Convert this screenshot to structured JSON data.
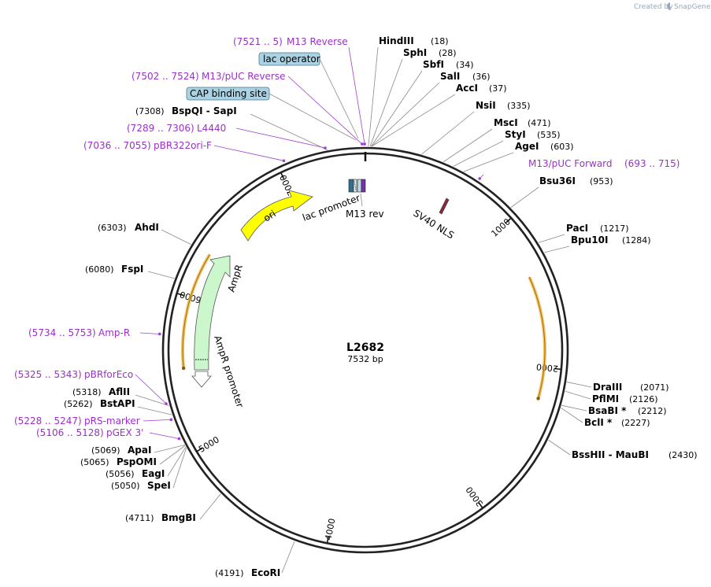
{
  "brand": {
    "prefix": "Created by",
    "name": "SnapGene"
  },
  "plasmid": {
    "name": "L2682",
    "length_label": "7532 bp",
    "length_bp": 7532
  },
  "ticks": [
    "1000",
    "2000",
    "3000",
    "4000",
    "5000",
    "6000",
    "7000"
  ],
  "boxes": {
    "lac_operator": "lac operator",
    "cap_binding_site": "CAP binding site"
  },
  "features": {
    "ori": "ori",
    "ampr": "AmpR",
    "ampr_promoter": "AmpR promoter",
    "lac_promoter": "lac promoter",
    "m13_rev": "M13 rev",
    "sv40_nls": "SV40 NLS"
  },
  "enzymes": [
    {
      "name": "HindIII",
      "pos": "(18)",
      "bp": 18
    },
    {
      "name": "SphI",
      "pos": "(28)",
      "bp": 28
    },
    {
      "name": "SbfI",
      "pos": "(34)",
      "bp": 34
    },
    {
      "name": "SalI",
      "pos": "(36)",
      "bp": 36
    },
    {
      "name": "AccI",
      "pos": "(37)",
      "bp": 37
    },
    {
      "name": "NsiI",
      "pos": "(335)",
      "bp": 335
    },
    {
      "name": "MscI",
      "pos": "(471)",
      "bp": 471
    },
    {
      "name": "StyI",
      "pos": "(535)",
      "bp": 535
    },
    {
      "name": "AgeI",
      "pos": "(603)",
      "bp": 603
    },
    {
      "name": "Bsu36I",
      "pos": "(953)",
      "bp": 953
    },
    {
      "name": "PacI",
      "pos": "(1217)",
      "bp": 1217
    },
    {
      "name": "Bpu10I",
      "pos": "(1284)",
      "bp": 1284
    },
    {
      "name": "DraIII",
      "pos": "(2071)",
      "bp": 2071
    },
    {
      "name": "PflMI",
      "pos": "(2126)",
      "bp": 2126
    },
    {
      "name": "BsaBI *",
      "pos": "(2212)",
      "bp": 2212
    },
    {
      "name": "BclI *",
      "pos": "(2227)",
      "bp": 2227
    },
    {
      "name": "BssHII  -  MauBI",
      "pos": "(2430)",
      "bp": 2430
    },
    {
      "name": "AhdI",
      "pos": "(6303)",
      "bp": 6303
    },
    {
      "name": "FspI",
      "pos": "(6080)",
      "bp": 6080
    },
    {
      "name": "AflII",
      "pos": "(5318)",
      "bp": 5318
    },
    {
      "name": "BstAPI",
      "pos": "(5262)",
      "bp": 5262
    },
    {
      "name": "ApaI",
      "pos": "(5069)",
      "bp": 5069
    },
    {
      "name": "PspOMI",
      "pos": "(5065)",
      "bp": 5065
    },
    {
      "name": "EagI",
      "pos": "(5056)",
      "bp": 5056
    },
    {
      "name": "SpeI",
      "pos": "(5050)",
      "bp": 5050
    },
    {
      "name": "BmgBI",
      "pos": "(4711)",
      "bp": 4711
    },
    {
      "name": "EcoRI",
      "pos": "(4191)",
      "bp": 4191
    },
    {
      "name": "BspQI  -  SapI",
      "pos": "(7308)",
      "bp": 7308
    }
  ],
  "primers": [
    {
      "name": "M13 Reverse",
      "range": "(7521 .. 5)"
    },
    {
      "name": "M13/pUC Reverse",
      "range": "(7502 .. 7524)"
    },
    {
      "name": "L4440",
      "range": "(7289 .. 7306)"
    },
    {
      "name": "pBR322ori-F",
      "range": "(7036 .. 7055)"
    },
    {
      "name": "M13/pUC Forward",
      "range": "(693 .. 715)"
    },
    {
      "name": "Amp-R",
      "range": "(5734 .. 5753)"
    },
    {
      "name": "pBRforEco",
      "range": "(5325 .. 5343)"
    },
    {
      "name": "pRS-marker",
      "range": "(5228 .. 5247)"
    },
    {
      "name": "pGEX 3'",
      "range": "(5106 .. 5128)"
    }
  ],
  "colors": {
    "primer": "#9b30c8",
    "ori": "#ffff00",
    "ampr": "#ccf7cc",
    "orf": "#f0b030",
    "box": "#a9d2e3"
  }
}
